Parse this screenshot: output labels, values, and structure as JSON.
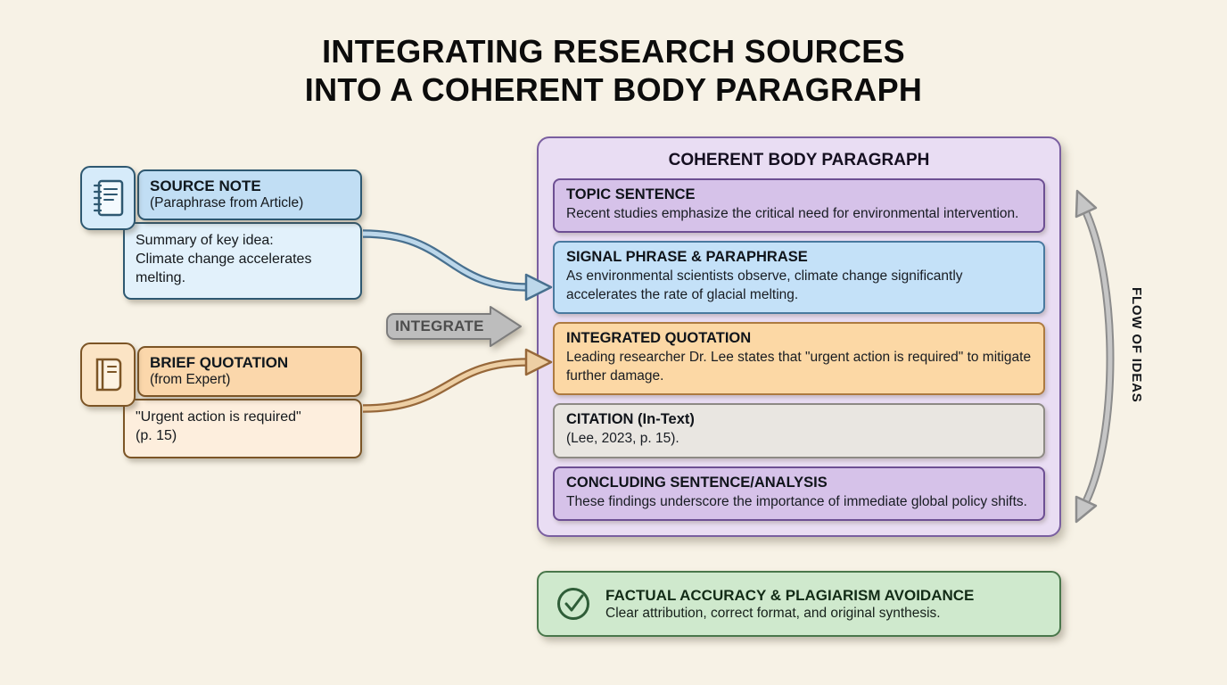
{
  "title": {
    "line1": "INTEGRATING RESEARCH SOURCES",
    "line2": "INTO A COHERENT BODY PARAGRAPH"
  },
  "source_note": {
    "icon": "notebook-icon",
    "heading": "SOURCE NOTE",
    "subheading": "(Paraphrase from Article)",
    "body_line1": "Summary of key idea:",
    "body_line2": "Climate change accelerates melting."
  },
  "brief_quotation": {
    "icon": "book-icon",
    "heading": "BRIEF QUOTATION",
    "subheading": "(from Expert)",
    "body_line1": "\"Urgent action is required\"",
    "body_line2": "(p. 15)"
  },
  "integrate_label": "INTEGRATE",
  "paragraph": {
    "title": "COHERENT BODY PARAGRAPH",
    "sections": [
      {
        "heading": "TOPIC SENTENCE",
        "text": "Recent studies emphasize the critical need for environmental intervention.",
        "color": "#d6c2e9"
      },
      {
        "heading": "SIGNAL PHRASE & PARAPHRASE",
        "text": "As environmental scientists observe, climate change significantly accelerates the rate of glacial melting.",
        "color": "#c4e1f8"
      },
      {
        "heading": "INTEGRATED QUOTATION",
        "text": "Leading researcher Dr. Lee states that \"urgent action is required\" to mitigate further damage.",
        "color": "#fcd8a5"
      },
      {
        "heading": "CITATION (In-Text)",
        "text": "(Lee, 2023, p. 15).",
        "color": "#e9e6e1"
      },
      {
        "heading": "CONCLUDING SENTENCE/ANALYSIS",
        "text": "These findings underscore the importance of immediate global policy shifts.",
        "color": "#d6c2e9"
      }
    ]
  },
  "flow_label": "FLOW OF IDEAS",
  "footer": {
    "icon": "check-circle-icon",
    "heading": "FACTUAL ACCURACY & PLAGIARISM AVOIDANCE",
    "text": "Clear attribution, correct format, and original synthesis."
  },
  "palette": {
    "background": "#f7f2e6",
    "blue_header": "#c1def4",
    "blue_body": "#e2f1fb",
    "blue_border": "#2e5871",
    "orange_header": "#fbd7ab",
    "orange_body": "#fdeedd",
    "orange_border": "#7c5526",
    "purple_card": "#e9ddf3",
    "purple_section": "#d6c2e9",
    "purple_border": "#6d4f93",
    "gray_section": "#e9e6e1",
    "green_card": "#cfe9cd",
    "green_border": "#49774b",
    "integrate_arrow": "#bdbdbd"
  }
}
